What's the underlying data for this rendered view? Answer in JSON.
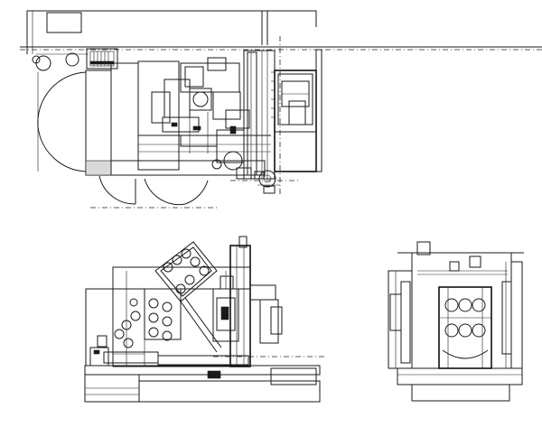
{
  "drawing": {
    "description_visible_text": "",
    "views": [
      {
        "id": "top-view"
      },
      {
        "id": "front-view"
      },
      {
        "id": "side-view"
      }
    ],
    "colors": {
      "background": "#ffffff",
      "linework": "#1a1a1a"
    }
  }
}
